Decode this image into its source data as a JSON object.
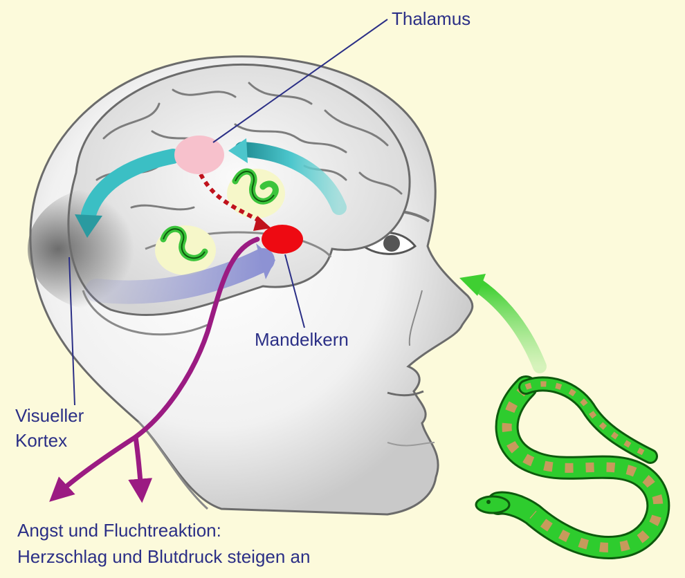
{
  "labels": {
    "thalamus": "Thalamus",
    "mandelkern": "Mandelkern",
    "visual_cortex_line1": "Visueller",
    "visual_cortex_line2": "Kortex",
    "caption_line1": "Angst und Fluchtreaktion:",
    "caption_line2": "Herzschlag und Blutdruck steigen an"
  },
  "colors": {
    "background": "#fcfadb",
    "label_text": "#2b2f86",
    "thalamus": "#f7c1cc",
    "mandelkern": "#ee0a12",
    "cortex_path": "#3bbfc4",
    "subcortical_path": "#8f94d4",
    "response_path": "#9b1b82",
    "dashed_path": "#c0121c",
    "snake_green": "#2ecc2e",
    "snake_spots": "#c79a5c",
    "eye_arrow": "#4ccd3c"
  },
  "icons": [
    "head-profile",
    "brain",
    "thalamus-node",
    "amygdala-node",
    "snake-icon",
    "snake-thought-icon"
  ]
}
